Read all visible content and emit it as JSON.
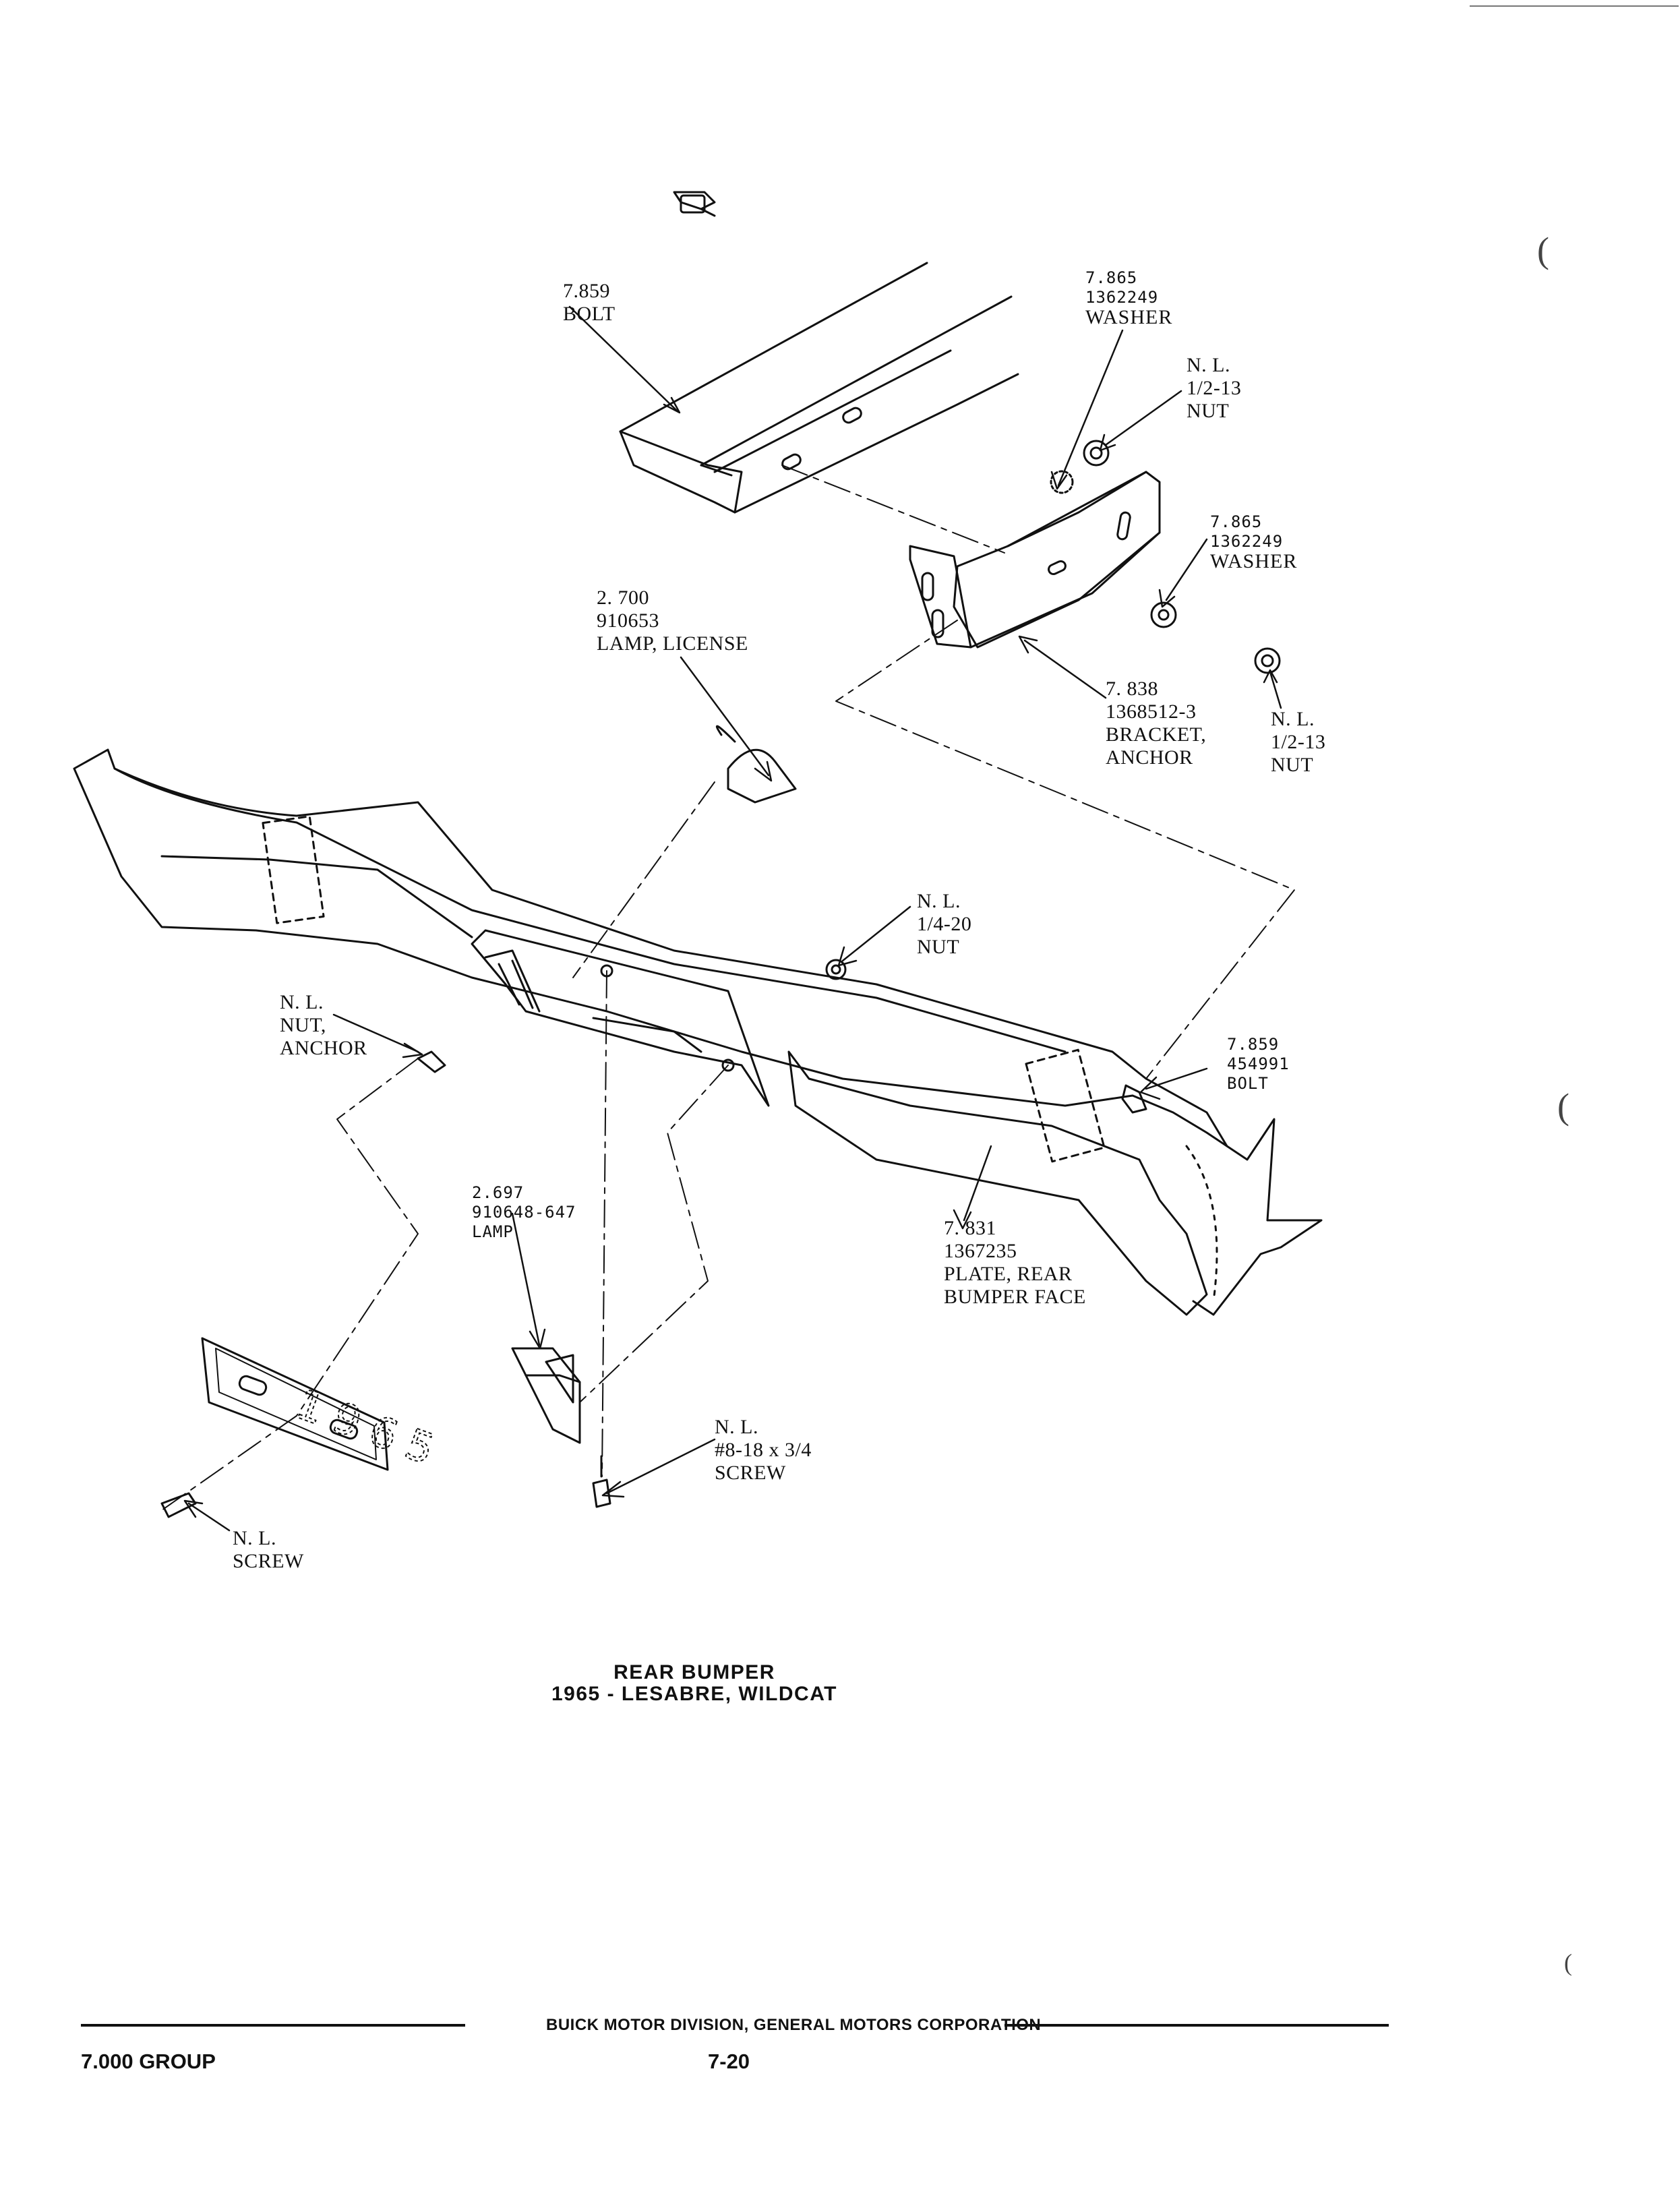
{
  "labels": {
    "bolt_top": [
      "7.859",
      "BOLT"
    ],
    "washer_top": [
      "7.865",
      "1362249",
      "WASHER"
    ],
    "nut_top": [
      "N. L.",
      "1/2-13",
      "NUT"
    ],
    "washer_right": [
      "7.865",
      "1362249",
      "WASHER"
    ],
    "lamp_license": [
      "2. 700",
      "910653",
      "LAMP, LICENSE"
    ],
    "bracket_anchor": [
      "7. 838",
      "1368512-3",
      "BRACKET,",
      "ANCHOR"
    ],
    "nut_right": [
      "N. L.",
      "1/2-13",
      "NUT"
    ],
    "nut_quarter": [
      "N. L.",
      "1/4-20",
      "NUT"
    ],
    "nut_anchor": [
      "N. L.",
      "NUT,",
      "ANCHOR"
    ],
    "bolt_right": [
      "7.859",
      "454991",
      "BOLT"
    ],
    "lamp": [
      "2.697",
      "910648-647",
      "LAMP"
    ],
    "plate_rear": [
      "7. 831",
      "1367235",
      "PLATE, REAR",
      "BUMPER FACE"
    ],
    "screw_mid": [
      "N. L.",
      "#8-18 x 3/4",
      "SCREW"
    ],
    "screw_left": [
      "N. L.",
      "SCREW"
    ]
  },
  "caption": {
    "line1": "REAR BUMPER",
    "line2": "1965 - LESABRE, WILDCAT"
  },
  "footer": {
    "group": "7.000 GROUP",
    "division": "BUICK MOTOR DIVISION, GENERAL MOTORS CORPORATION",
    "page": "7-20"
  },
  "plate_text": "1965"
}
